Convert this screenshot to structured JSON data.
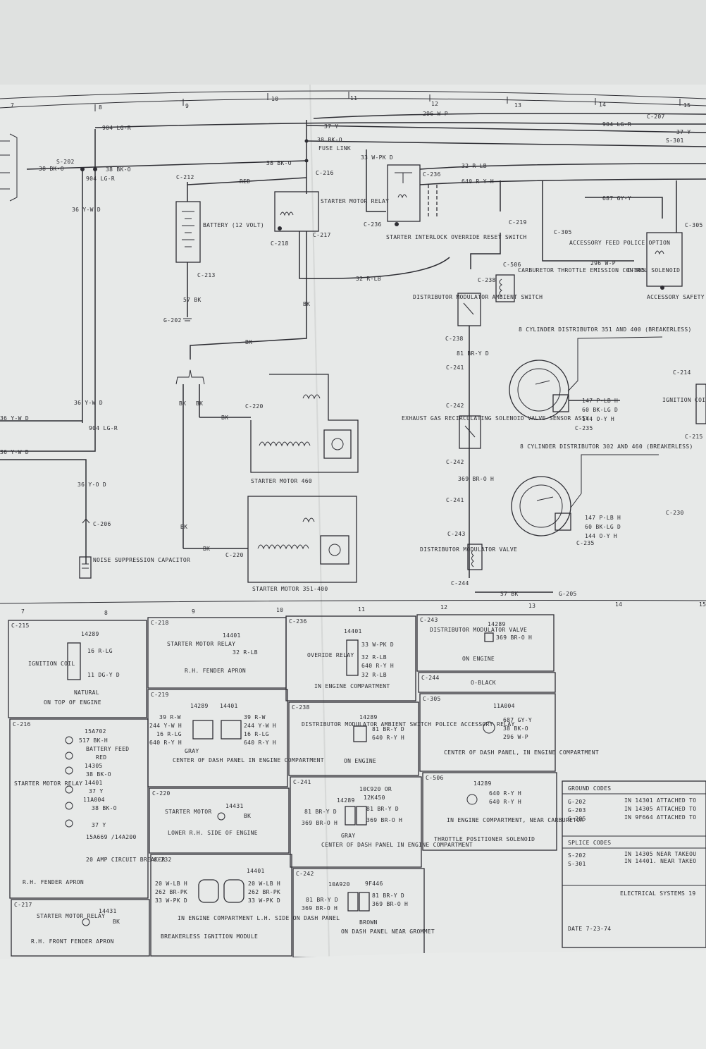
{
  "grid": {
    "top": [
      "7",
      "8",
      "9",
      "10",
      "11",
      "12",
      "13",
      "14",
      "15"
    ],
    "bottom": [
      "7",
      "8",
      "9",
      "10",
      "11",
      "12",
      "13",
      "14",
      "15"
    ]
  },
  "wires": {
    "w904_lgr_a": "904 LG-R",
    "w904_lgr_b": "904 LG-R",
    "w37y_a": "37 Y",
    "w37y_b": "37 Y",
    "w296_wp_top": "296 W-P",
    "w38bko_a": "38 BK-O",
    "w38bko_b": "38 BK-O",
    "w38bko_c": "38 BK-O",
    "w38bko_d": "38 BK-O",
    "w33_wpk": "33 W-PK D",
    "w32_rlb": "32 R-LB",
    "w640_ryh": "640 R-Y H",
    "red": "RED",
    "w36_yw_a": "36 Y-W D",
    "w36_yw_b": "36 Y-W D",
    "w904_left": "904 LG-R",
    "w36_left": "36 Y-W D",
    "w36_yo": "36 Y-O D",
    "w57bk": "57 BK",
    "w57bk_bottom": "57 BK",
    "w32_rlb_mid": "32 R-LB",
    "w296_wp_mid": "296 W-P",
    "w687": "687 GY-Y",
    "w81": "81 BR-Y D",
    "w369": "369 BR-O H",
    "bk": "BK",
    "w147": "147 P-LB H",
    "w60": "60 BK-LG D",
    "w144": "144 O-Y H",
    "w904_vert": "904 LG-R",
    "w36_vert": "36 Y-W D"
  },
  "connectors": {
    "c207": "C-207",
    "s301": "S-301",
    "s202": "S-202",
    "c212": "C-212",
    "c213": "C-213",
    "g202": "G-202",
    "c216": "C-216",
    "c217": "C-217",
    "c218": "C-218",
    "c236": "C-236",
    "c219": "C-219",
    "c305": "C-305",
    "c506": "C-506",
    "c238": "C-238",
    "c241": "C-241",
    "c242": "C-242",
    "c243": "C-243",
    "c244": "C-244",
    "c220": "C-220",
    "c206": "C-206",
    "c214": "C-214",
    "c215": "C-215",
    "c235": "C-235",
    "c230": "C-230",
    "g205": "G-205",
    "fuse_link": "FUSE LINK"
  },
  "components": {
    "battery": "BATTERY (12 VOLT)",
    "starter_relay": "STARTER MOTOR RELAY",
    "interlock": "STARTER INTERLOCK OVERRIDE RESET SWITCH",
    "accessory_feed": "ACCESSORY FEED POLICE OPTION",
    "carb_solenoid": "CARBURETOR THROTTLE EMISSION CONTROL SOLENOID",
    "accessory_relay": "ACCESSORY SAFETY RELAY (POLICE)",
    "dist_switch": "DISTRIBUTOR MODULATOR AMBIENT SWITCH",
    "dist_8cyl_a": "8 CYLINDER DISTRIBUTOR 351 AND 400 (BREAKERLESS)",
    "dist_8cyl_b": "8 CYLINDER DISTRIBUTOR 302 AND 460 (BREAKERLESS)",
    "egr_switch": "EXHAUST GAS RECIRCULATING SOLENOID VALVE SENSOR ASSY",
    "ignition_coil": "IGNITION COIL",
    "dist_valve": "DISTRIBUTOR MODULATOR VALVE",
    "starter_460": "STARTER MOTOR 460",
    "starter_351": "STARTER MOTOR 351-400",
    "noise_cap": "NOISE SUPPRESSION CAPACITOR"
  },
  "panels": {
    "c215": {
      "id": "C-215",
      "part": "14289",
      "name": "IGNITION COIL",
      "pins": [
        "16 R-LG",
        "11 DG-Y D"
      ],
      "note": "NATURAL",
      "loc": "ON TOP OF ENGINE"
    },
    "c216": {
      "id": "C-216",
      "name": "STARTER MOTOR RELAY",
      "terms": [
        "15A702",
        "517 BK-H",
        "BATTERY FEED",
        "RED",
        "14305",
        "38 BK-O",
        "14401",
        "37 Y",
        "11A004",
        "38 BK-O",
        "37 Y",
        "15A669 /14A200",
        "20 AMP CIRCUIT BREAKER"
      ],
      "loc": "R.H. FENDER APRON"
    },
    "c217": {
      "id": "C-217",
      "part": "14431",
      "name": "STARTER MOTOR RELAY",
      "pin": "BK",
      "loc": "R.H. FRONT FENDER APRON"
    },
    "c218": {
      "id": "C-218",
      "part": "14401",
      "name": "STARTER MOTOR RELAY",
      "pin": "32 R-LB",
      "loc": "R.H. FENDER APRON"
    },
    "c219": {
      "id": "C-219",
      "parts": [
        "14289",
        "14401"
      ],
      "pins_l": [
        "39 R-W",
        "244 Y-W H",
        "16 R-LG",
        "640 R-Y H"
      ],
      "pins_r": [
        "39 R-W",
        "244 Y-W H",
        "16 R-LG",
        "640 R-Y H"
      ],
      "note": "GRAY",
      "loc": "CENTER OF DASH PANEL IN ENGINE COMPARTMENT"
    },
    "c220": {
      "id": "C-220",
      "part": "14431",
      "name": "STARTER MOTOR",
      "pin": "BK",
      "loc": "LOWER R.H. SIDE OF ENGINE"
    },
    "c232": {
      "id": "C-232",
      "part": "14401",
      "pins_l": [
        "20 W-LB H",
        "262 BR-PK",
        "33 W-PK D"
      ],
      "pins_r": [
        "20 W-LB H",
        "262 BR-PK",
        "33 W-PK D"
      ],
      "loc": "IN ENGINE COMPARTMENT L.H. SIDE ON DASH PANEL",
      "note": "BREAKERLESS IGNITION MODULE"
    },
    "c236": {
      "id": "C-236",
      "part": "14401",
      "name": "OVERIDE RELAY",
      "pins": [
        "33 W-PK D",
        "32 R-LB",
        "640 R-Y H",
        "32 R-LB"
      ],
      "loc": "IN ENGINE COMPARTMENT"
    },
    "c238": {
      "id": "C-238",
      "part": "14289",
      "name": "DISTRIBUTOR MODULATOR AMBIENT SWITCH",
      "pins": [
        "81 BR-Y D",
        "640 R-Y H"
      ],
      "loc": "ON ENGINE"
    },
    "c241": {
      "id": "C-241",
      "parts": [
        "14289",
        "10C920 OR",
        "12K450"
      ],
      "pins_l": [
        "81 BR-Y D",
        "369 BR-O H"
      ],
      "pins_r": [
        "81 BR-Y D",
        "369 BR-O H"
      ],
      "note": "GRAY",
      "loc": "CENTER OF DASH PANEL IN ENGINE COMPARTMENT"
    },
    "c242": {
      "id": "C-242",
      "parts": [
        "10A920",
        "9F446"
      ],
      "pins_l": [
        "81 BR-Y D",
        "369 BR-O H"
      ],
      "pins_r": [
        "81 BR-Y D",
        "369 BR-O H"
      ],
      "note": "BROWN",
      "loc": "ON DASH PANEL NEAR GROMMET"
    },
    "c243": {
      "id": "C-243",
      "part": "14289",
      "name": "DISTRIBUTOR MODULATOR VALVE",
      "pin": "369 BR-O H",
      "loc": "ON ENGINE"
    },
    "c244": {
      "id": "C-244",
      "pin": "O-BLACK"
    },
    "c305": {
      "id": "C-305",
      "part": "11A004",
      "name": "POLICE ACCESSORY RELAY",
      "pins": [
        "687 GY-Y",
        "38 BK-O",
        "296 W-P"
      ],
      "loc": "CENTER OF DASH PANEL, IN ENGINE COMPARTMENT"
    },
    "c506": {
      "id": "C-506",
      "part": "14289",
      "pins": [
        "640 R-Y H",
        "640 R-Y H"
      ],
      "loc": "IN ENGINE COMPARTMENT, NEAR CARBURETOR",
      "note": "THROTTLE POSITIONER SOLENOID"
    }
  },
  "codes": {
    "ground_title": "GROUND CODES",
    "ground": [
      {
        "code": "G-202",
        "desc": "IN 14301 ATTACHED TO"
      },
      {
        "code": "G-203",
        "desc": "IN 14305 ATTACHED TO"
      },
      {
        "code": "G-205",
        "desc": "IN 9F664 ATTACHED TO"
      }
    ],
    "splice_title": "SPLICE CODES",
    "splice": [
      {
        "code": "S-202",
        "desc": "IN 14305 NEAR TAKEOU"
      },
      {
        "code": "S-301",
        "desc": "IN 14401. NEAR TAKEO"
      }
    ],
    "footer": "ELECTRICAL SYSTEMS 19",
    "date": "DATE 7-23-74"
  }
}
